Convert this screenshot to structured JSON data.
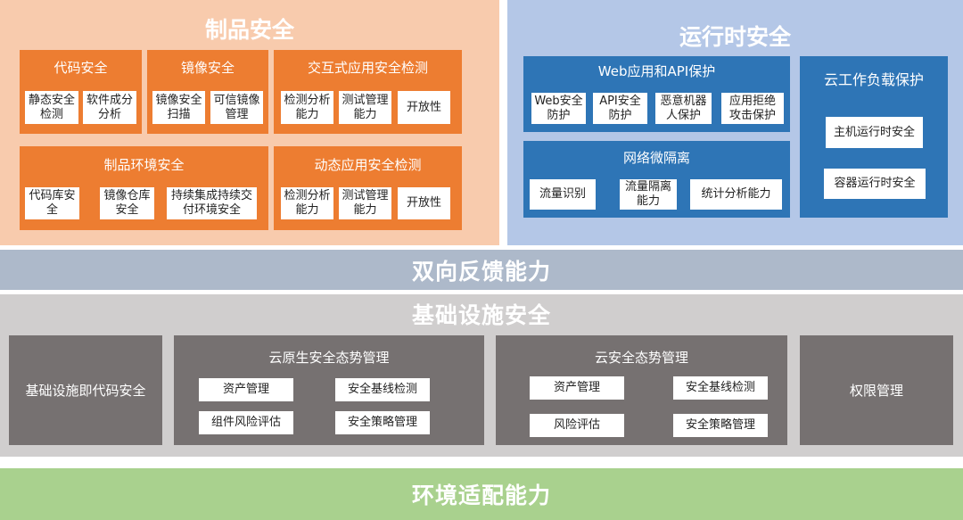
{
  "product": {
    "title": "制品安全",
    "code": {
      "title": "代码安全",
      "items": [
        "静态安全检测",
        "软件成分分析"
      ]
    },
    "image": {
      "title": "镜像安全",
      "items": [
        "镜像安全扫描",
        "可信镜像管理"
      ]
    },
    "iast": {
      "title": "交互式应用安全检测",
      "items": [
        "检测分析能力",
        "测试管理能力",
        "开放性"
      ]
    },
    "env": {
      "title": "制品环境安全",
      "items": [
        "代码库安全",
        "镜像仓库安全",
        "持续集成持续交付环境安全"
      ]
    },
    "dast": {
      "title": "动态应用安全检测",
      "items": [
        "检测分析能力",
        "测试管理能力",
        "开放性"
      ]
    }
  },
  "runtime": {
    "title": "运行时安全",
    "web": {
      "title": "Web应用和API保护",
      "items": [
        "Web安全防护",
        "API安全防护",
        "恶意机器人保护",
        "应用拒绝攻击保护"
      ]
    },
    "micro": {
      "title": "网络微隔离",
      "items": [
        "流量识别",
        "流量隔离能力",
        "统计分析能力"
      ]
    },
    "cwp": {
      "title": "云工作负载保护",
      "items": [
        "主机运行时安全",
        "容器运行时安全"
      ]
    }
  },
  "feedback": {
    "title": "双向反馈能力"
  },
  "infra": {
    "title": "基础设施安全",
    "iac": {
      "title": "基础设施即代码安全"
    },
    "cnspm": {
      "title": "云原生安全态势管理",
      "items": [
        "资产管理",
        "安全基线检测",
        "组件风险评估",
        "安全策略管理"
      ]
    },
    "cspm": {
      "title": "云安全态势管理",
      "items": [
        "资产管理",
        "安全基线检测",
        "风险评估",
        "安全策略管理"
      ]
    },
    "perm": {
      "title": "权限管理"
    }
  },
  "env": {
    "title": "环境适配能力"
  },
  "colors": {
    "product_bg": "#f8cbad",
    "runtime_bg": "#b4c7e7",
    "orange": "#ed7d31",
    "blue": "#2e75b6",
    "grey": "#767171",
    "feedback": "#adb9ca",
    "infra": "#d0cece",
    "env": "#a9d18e"
  }
}
